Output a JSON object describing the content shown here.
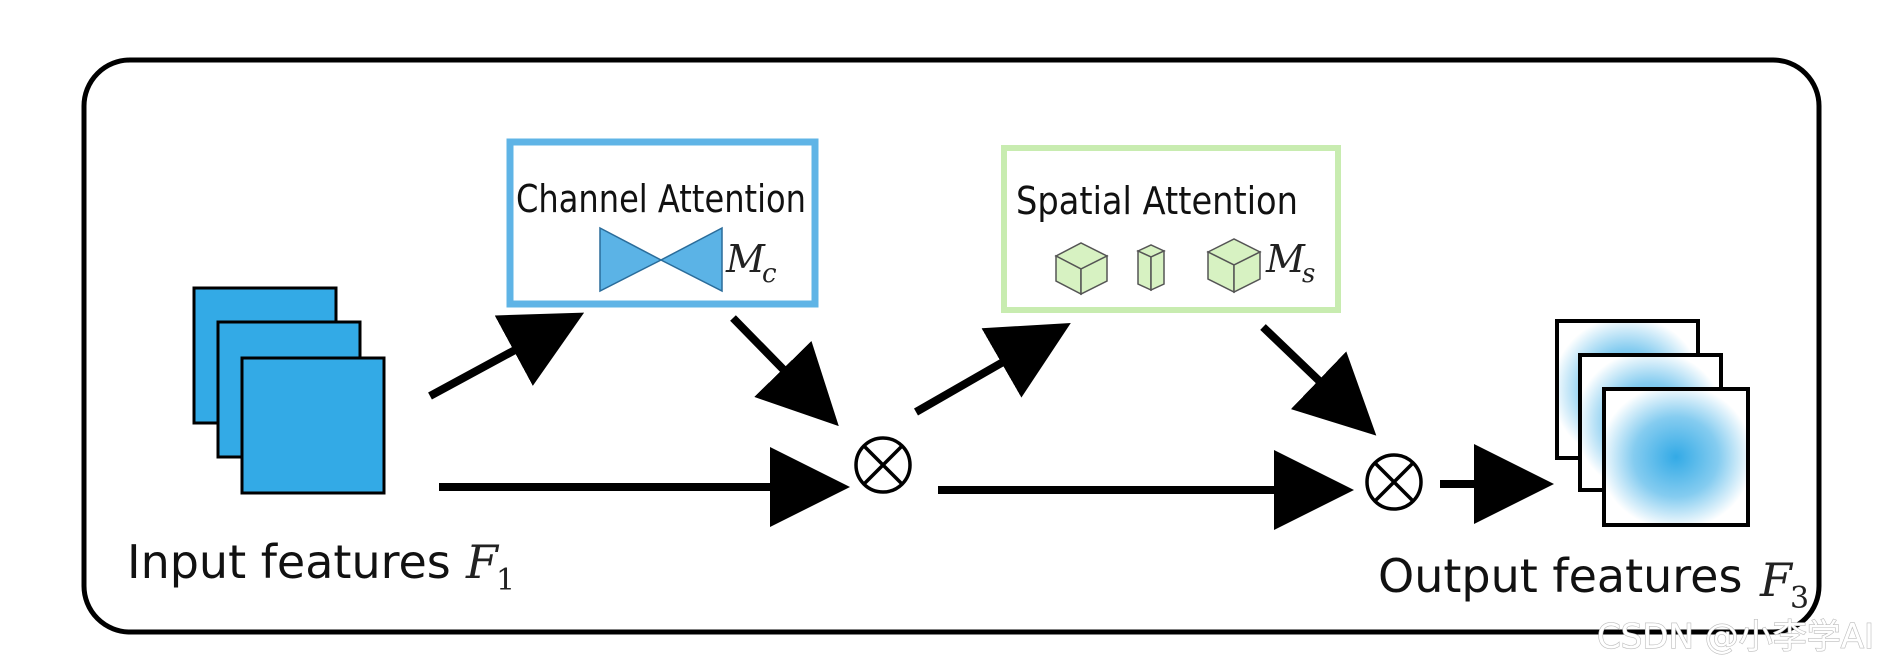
{
  "input": {
    "label": "Input features",
    "symbol": "F",
    "subscript": "1",
    "color": "#33aae6"
  },
  "channel_attention": {
    "title": "Channel Attention",
    "symbol": "M",
    "subscript": "c",
    "border_color": "#5fb4e6",
    "icon_color": "#5bb3e6"
  },
  "spatial_attention": {
    "title": "Spatial Attention",
    "symbol": "M",
    "subscript": "s",
    "border_color": "#c8ecb0",
    "cube_color": "#d7f2c2"
  },
  "operators": {
    "multiply_symbol": "⊗"
  },
  "output": {
    "label": "Output features",
    "symbol": "F",
    "subscript": "3",
    "glow_color": "#33aae6"
  },
  "watermark": {
    "text": "CSDN @小李学AI"
  }
}
